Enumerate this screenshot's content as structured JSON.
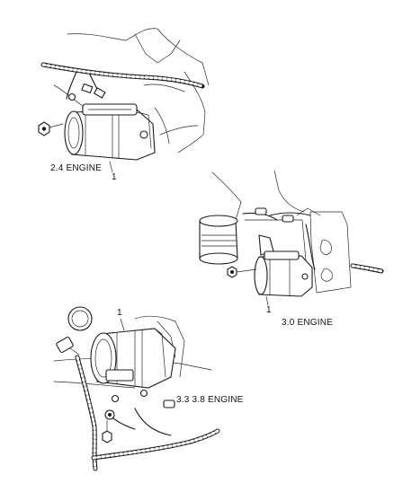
{
  "views": [
    {
      "engine_label": "2.4 ENGINE",
      "callout": "1"
    },
    {
      "engine_label": "3.0 ENGINE",
      "callout": "1"
    },
    {
      "engine_label": "3.3  3.8 ENGINE",
      "callout": "1"
    }
  ],
  "part": {
    "icon": "starter-motor-icon"
  }
}
